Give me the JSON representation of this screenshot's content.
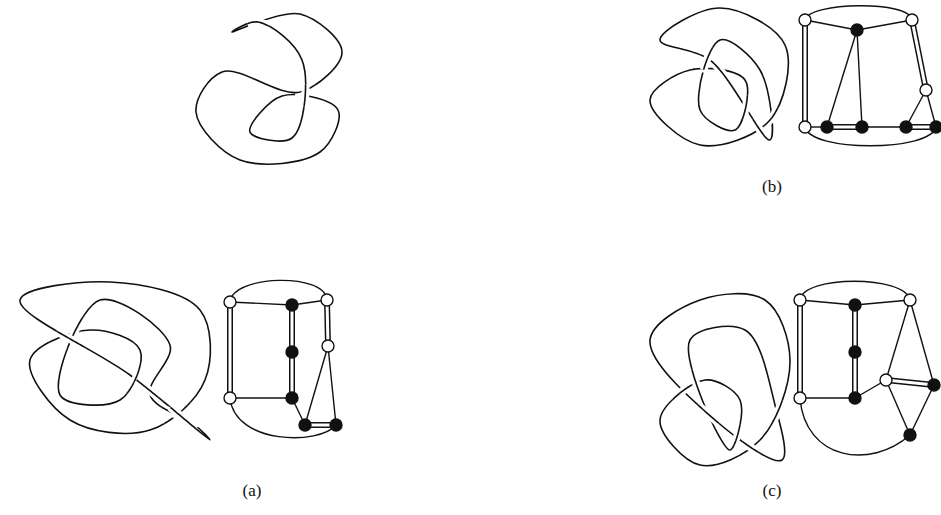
{
  "diagram": {
    "labels": [
      "(b)",
      "(a)",
      "(c)"
    ]
  }
}
